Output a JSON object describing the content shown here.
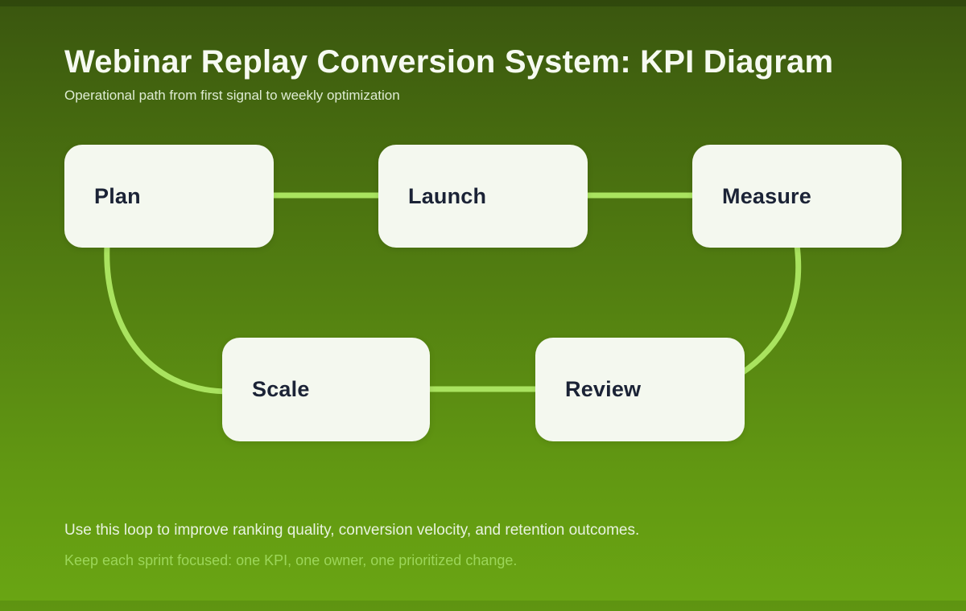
{
  "page": {
    "title": "Webinar Replay Conversion System: KPI Diagram",
    "subtitle": "Operational path from first signal to weekly optimization"
  },
  "diagram": {
    "nodes": [
      {
        "id": "plan",
        "label": "Plan"
      },
      {
        "id": "launch",
        "label": "Launch"
      },
      {
        "id": "measure",
        "label": "Measure"
      },
      {
        "id": "scale",
        "label": "Scale"
      },
      {
        "id": "review",
        "label": "Review"
      }
    ],
    "connections": [
      {
        "from": "plan",
        "to": "launch"
      },
      {
        "from": "launch",
        "to": "measure"
      },
      {
        "from": "measure",
        "to": "review"
      },
      {
        "from": "review",
        "to": "scale"
      },
      {
        "from": "scale",
        "to": "plan"
      }
    ]
  },
  "footer": {
    "line1": "Use this loop to improve ranking quality, conversion velocity, and retention outcomes.",
    "line2": "Keep each sprint focused: one KPI, one owner, one prioritized change."
  },
  "colors": {
    "background_top": "#3a560f",
    "background_bottom": "#6aa613",
    "connector": "#a9e35f",
    "node_background": "#f4f8ef",
    "node_text": "#1b2336",
    "title_text": "#f6faf1",
    "subtitle_text": "#dfecd4",
    "footer_primary_text": "#e9f3e0",
    "footer_accent_text": "#9cd659"
  }
}
